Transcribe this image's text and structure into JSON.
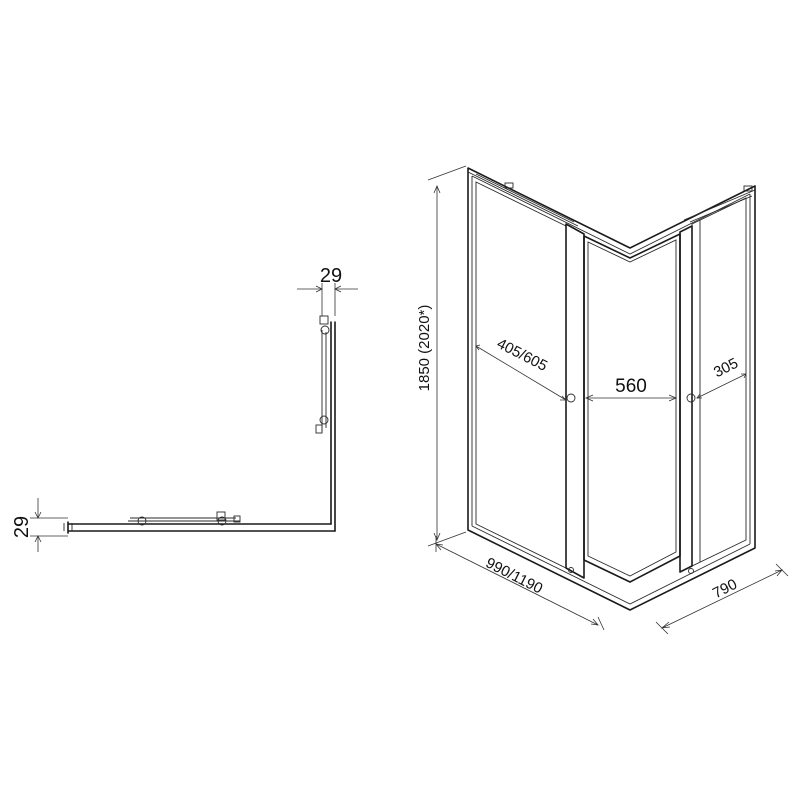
{
  "plan_view": {
    "top_profile_width": "29",
    "side_profile_width": "29"
  },
  "elevation_view": {
    "height": "1850  (2020*)",
    "left_door_opening": "405/605",
    "front_panel_width": "560",
    "right_door_opening": "305",
    "left_width": "990/1190",
    "right_width": "790"
  }
}
